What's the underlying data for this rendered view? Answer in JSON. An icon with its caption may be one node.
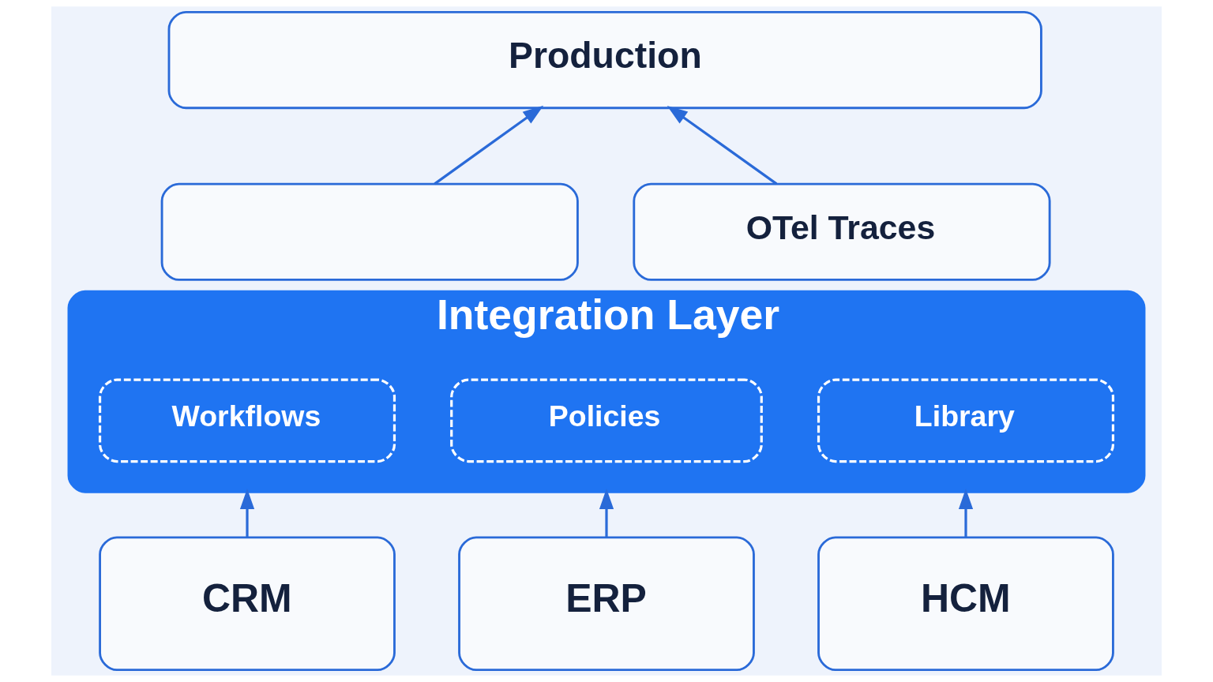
{
  "diagram": {
    "nodes": [
      {
        "text": [
          "Production"
        ]
      },
      {
        "text": [],
        "shape": "box"
      },
      {
        "text": [
          "OTel Traces"
        ]
      },
      {
        "text": [
          "Integration Layer"
        ]
      },
      {
        "text": [
          "Workflows"
        ],
        "in": 3
      },
      {
        "text": [
          "Policies"
        ],
        "in": 3
      },
      {
        "text": [
          "Library"
        ],
        "in": 3
      },
      {
        "text": [
          "CRM"
        ]
      },
      {
        "text": [
          "ERP"
        ]
      },
      {
        "text": [
          "HCM"
        ]
      }
    ],
    "edges": [
      {
        "from": 1,
        "to": 0,
        "arrow": "to"
      },
      {
        "from": 2,
        "to": 0,
        "arrow": "to"
      },
      {
        "from": 7,
        "to": 3,
        "arrow": "to"
      },
      {
        "from": 8,
        "to": 3,
        "arrow": "to"
      },
      {
        "from": 9,
        "to": 3,
        "arrow": "to"
      }
    ]
  }
}
